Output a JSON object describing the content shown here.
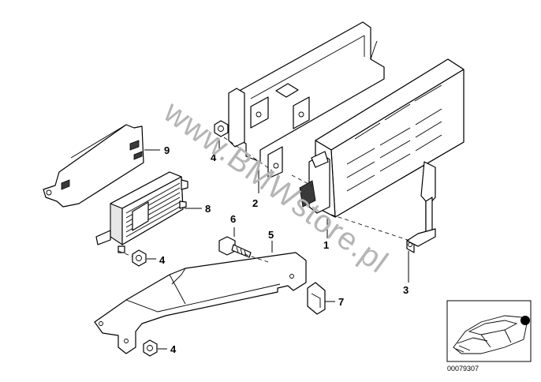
{
  "watermark": "www.BMWstore.pl",
  "callouts": [
    "1",
    "2",
    "3",
    "4",
    "4",
    "4",
    "5",
    "6",
    "7",
    "8",
    "9"
  ],
  "reference_number": "00079307",
  "icons": {
    "thumbnail": "car-location-thumbnail-icon"
  }
}
